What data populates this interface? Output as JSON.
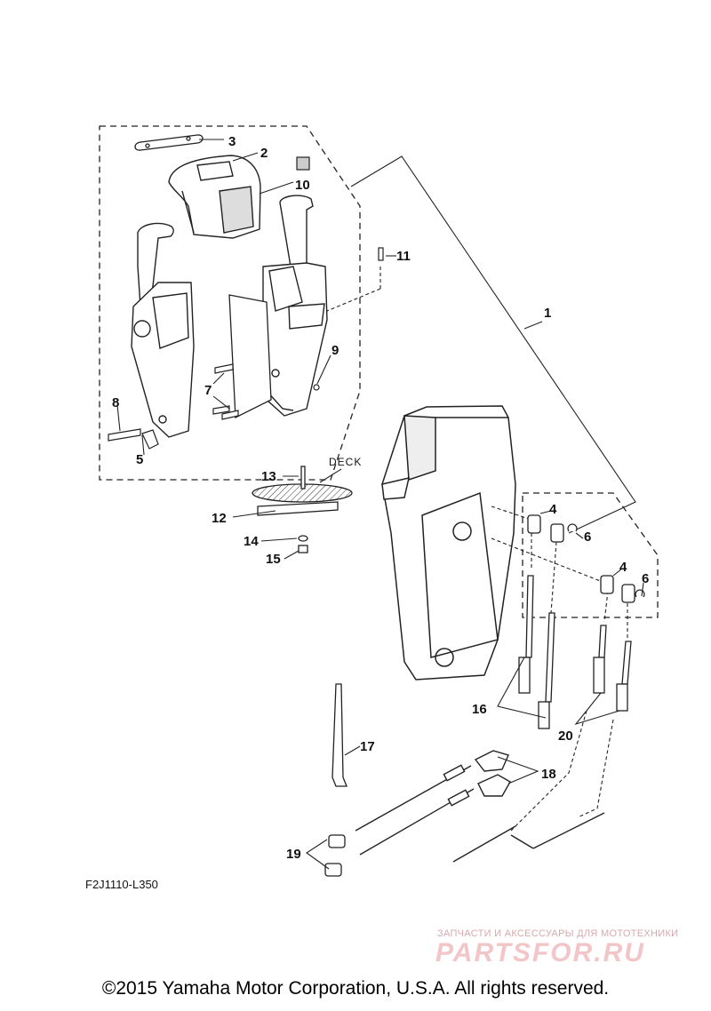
{
  "part_labels": {
    "l1": "1",
    "l2": "2",
    "l3": "3",
    "l4a": "4",
    "l4b": "4",
    "l5": "5",
    "l6a": "6",
    "l6b": "6",
    "l7": "7",
    "l8": "8",
    "l9": "9",
    "l10": "10",
    "l11": "11",
    "l12": "12",
    "l13": "13",
    "l14": "14",
    "l15": "15",
    "l16": "16",
    "l17": "17",
    "l18": "18",
    "l19": "19",
    "l20": "20"
  },
  "deck_label": "DECK",
  "diagram_code": "F2J1110-L350",
  "watermark": {
    "tagline": "ЗАПЧАСТИ И АКСЕССУАРЫ ДЛЯ МОТОТЕХНИКИ",
    "brand": "PARTSFOR.RU"
  },
  "copyright": "©2015 Yamaha Motor Corporation, U.S.A. All rights reserved.",
  "colors": {
    "line": "#222222",
    "watermark": "#f2c6c9"
  }
}
